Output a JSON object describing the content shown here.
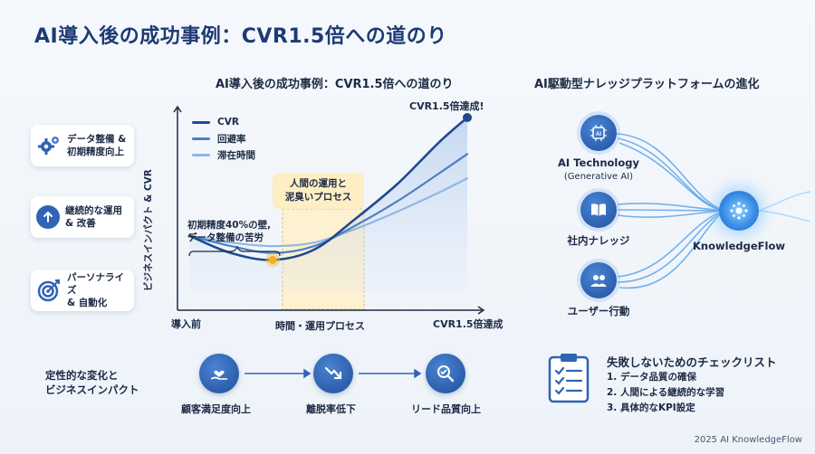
{
  "title": "AI導入後の成功事例：CVR1.5倍への道のり",
  "chart": {
    "title": "AI導入後の成功事例：CVR1.5倍への道のり",
    "ylabel": "ビジネスインパクト & CVR",
    "x_start": "導入前",
    "x_mid": "時間・運用プロセス",
    "x_end": "CVR1.5倍達成",
    "peak_label": "CVR1.5倍達成!",
    "callout_line1": "初期精度40%の壁,",
    "callout_line2": "データ整備の苦労",
    "highlight_line1": "人間の運用と",
    "highlight_line2": "泥臭いプロセス",
    "legend": [
      {
        "label": "CVR",
        "color": "#1f4a8f"
      },
      {
        "label": "回避率",
        "color": "#4f7fc4"
      },
      {
        "label": "滞在時間",
        "color": "#92b6e3"
      }
    ]
  },
  "chart_data": {
    "type": "line",
    "title": "AI導入後の成功事例：CVR1.5倍への道のり",
    "xlabel": "時間・運用プロセス",
    "ylabel": "ビジネスインパクト & CVR",
    "x": [
      0,
      0.15,
      0.3,
      0.45,
      0.6,
      0.75,
      0.9,
      1.0
    ],
    "series": [
      {
        "name": "CVR",
        "values": [
          0.32,
          0.22,
          0.18,
          0.24,
          0.42,
          0.62,
          0.86,
          1.0
        ]
      },
      {
        "name": "回避率",
        "values": [
          0.32,
          0.26,
          0.22,
          0.26,
          0.38,
          0.52,
          0.68,
          0.79
        ]
      },
      {
        "name": "滞在時間",
        "values": [
          0.32,
          0.28,
          0.26,
          0.28,
          0.36,
          0.46,
          0.57,
          0.65
        ]
      }
    ],
    "legend": "top-left",
    "grid": false
  },
  "steps": [
    {
      "line1": "データ整備 &",
      "line2": "初期精度向上",
      "icon": "gears-icon"
    },
    {
      "line1": "継続的な運用",
      "line2": "& 改善",
      "icon": "arrow-up-icon"
    },
    {
      "line1": "パーソナライズ",
      "line2": "& 自動化",
      "icon": "target-icon"
    }
  ],
  "platform": {
    "title": "AI駆動型ナレッジプラットフォームの進化",
    "nodes": [
      {
        "label": "AI Technology",
        "sub": "(Generative AI)",
        "icon": "ai-chip-icon"
      },
      {
        "label": "社内ナレッジ",
        "icon": "book-icon"
      },
      {
        "label": "ユーザー行動",
        "icon": "users-icon"
      }
    ],
    "hub": "KnowledgeFlow"
  },
  "impact": {
    "label_line1": "定性的な変化と",
    "label_line2": "ビジネスインパクト",
    "items": [
      {
        "label": "顧客満足度向上",
        "icon": "heart-hand-icon"
      },
      {
        "label": "離脱率低下",
        "icon": "trend-down-icon"
      },
      {
        "label": "リード品質向上",
        "icon": "magnifier-check-icon"
      }
    ]
  },
  "checklist": {
    "title": "失敗しないためのチェックリスト",
    "items": [
      "1. データ品質の確保",
      "2. 人間による継続的な学習",
      "3. 具体的なKPI設定"
    ]
  },
  "footer": "2025 AI KnowledgeFlow"
}
